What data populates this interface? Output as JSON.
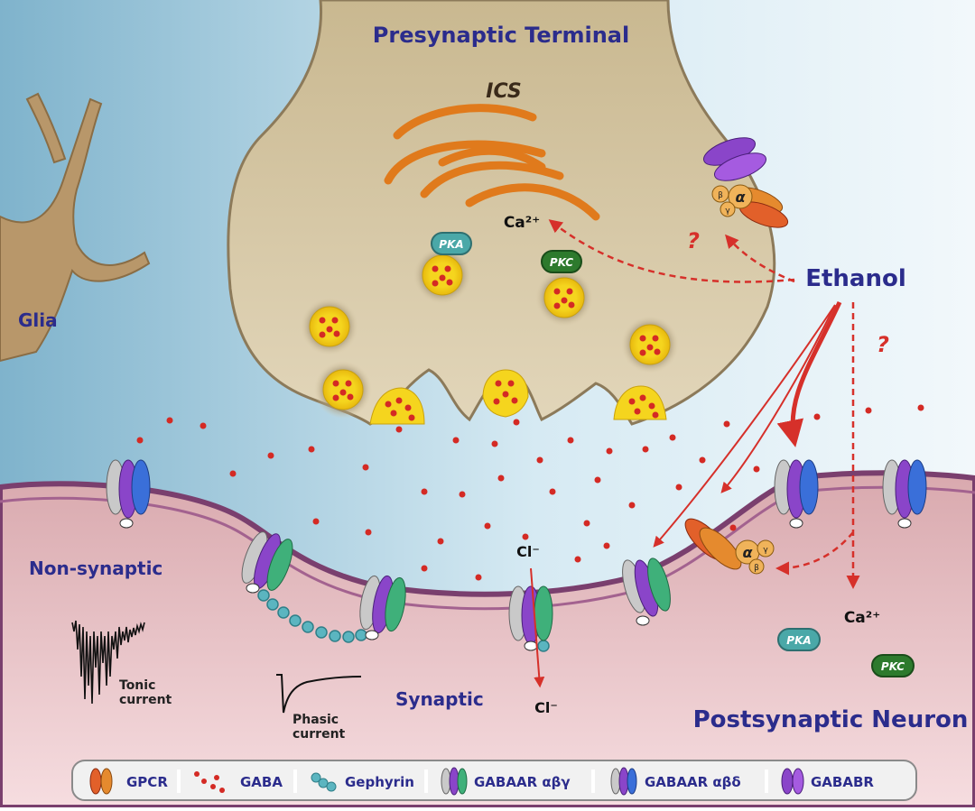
{
  "labels": {
    "presynaptic": "Presynaptic Terminal",
    "ics": "ICS",
    "glia": "Glia",
    "ethanol": "Ethanol",
    "non_synaptic": "Non-synaptic",
    "synaptic": "Synaptic",
    "postsynaptic": "Postsynaptic Neuron",
    "tonic_1": "Tonic",
    "tonic_2": "current",
    "phasic_1": "Phasic",
    "phasic_2": "current",
    "ca_pre": "Ca²⁺",
    "ca_post": "Ca²⁺",
    "cl_top": "Cl⁻",
    "cl_bottom": "Cl⁻",
    "pka_pre": "PKA",
    "pkc_pre": "PKC",
    "pka_post": "PKA",
    "pkc_post": "PKC",
    "question_1": "?",
    "question_2": "?",
    "alpha": "α",
    "beta": "β",
    "gamma": "γ"
  },
  "legend": [
    {
      "key": "gpcr",
      "label": "GPCR"
    },
    {
      "key": "gaba",
      "label": "GABA"
    },
    {
      "key": "gephyrin",
      "label": "Gephyrin"
    },
    {
      "key": "gabaar_abg",
      "label": "GABAAR αβγ"
    },
    {
      "key": "gabaar_abd",
      "label": "GABAAR αβδ"
    },
    {
      "key": "gabab",
      "label": "GABABR"
    }
  ],
  "colors": {
    "label_blue": "#2b2c8c",
    "gaba_red": "#d42a24",
    "ethanol_arrow": "#d6302a",
    "terminal_fill": "#d8c9a6",
    "ics_orange": "#e07a1c",
    "vesicle_yellow": "#f5d51e",
    "membrane_pink": "#c98a93",
    "pka_teal": "#4aa8a8",
    "pkc_green": "#2d7a2d"
  }
}
